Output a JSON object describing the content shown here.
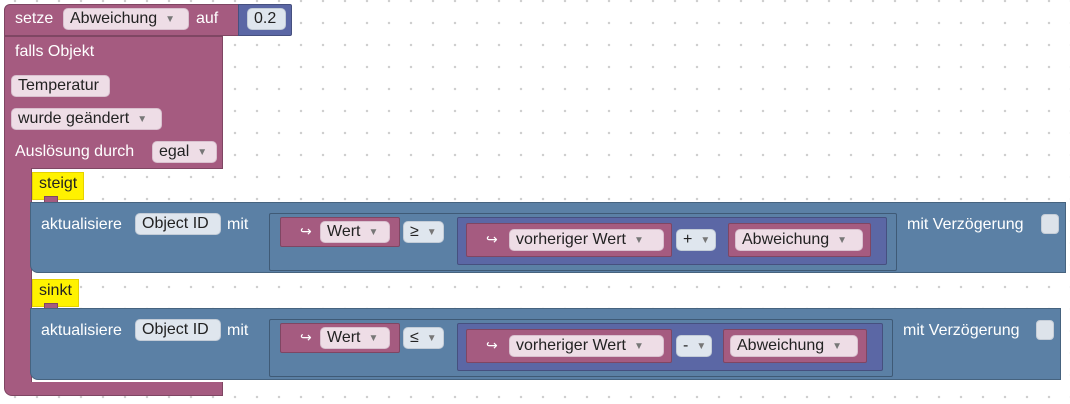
{
  "set_block": {
    "prefix": "setze",
    "variable": "Abweichung",
    "middle": "auf",
    "value": "0.2"
  },
  "trigger_block": {
    "line1": "falls Objekt",
    "object": "Temperatur",
    "condition": "wurde geändert",
    "trigger_label": "Auslösung durch",
    "trigger_value": "egal"
  },
  "rule_rise": {
    "label": "steigt",
    "action": "aktualisiere",
    "object_id": "Object ID",
    "mit": "mit",
    "left": "Wert",
    "operator": "≥",
    "prev": "vorheriger Wert",
    "math_op": "+",
    "var": "Abweichung",
    "delay": "mit Verzögerung"
  },
  "rule_fall": {
    "label": "sinkt",
    "action": "aktualisiere",
    "object_id": "Object ID",
    "mit": "mit",
    "left": "Wert",
    "operator": "≤",
    "prev": "vorheriger Wert",
    "math_op": "-",
    "var": "Abweichung",
    "delay": "mit Verzögerung"
  },
  "icons": {
    "dropdown": "triangle-down",
    "sub_connector": "return-arrow"
  }
}
